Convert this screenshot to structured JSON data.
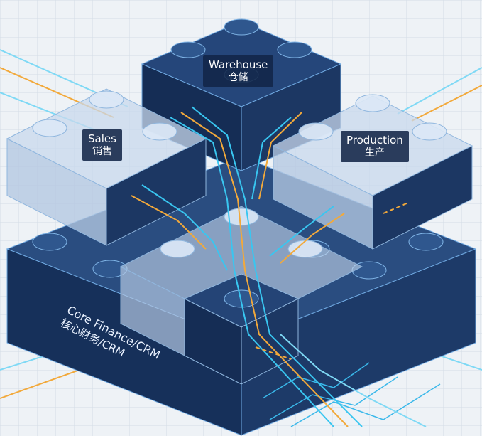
{
  "modules": {
    "warehouse": {
      "en": "Warehouse",
      "zh": "仓储"
    },
    "sales": {
      "en": "Sales",
      "zh": "销售"
    },
    "production": {
      "en": "Production",
      "zh": "生产"
    },
    "core": {
      "en": "Core Finance/CRM",
      "zh": "核心财务/CRM"
    }
  },
  "colors": {
    "block_dark": "#1e3a66",
    "block_glass": "#c8d8ec",
    "circuit_cyan": "#39c6f0",
    "circuit_orange": "#f2a93b",
    "background": "#eef2f6"
  }
}
